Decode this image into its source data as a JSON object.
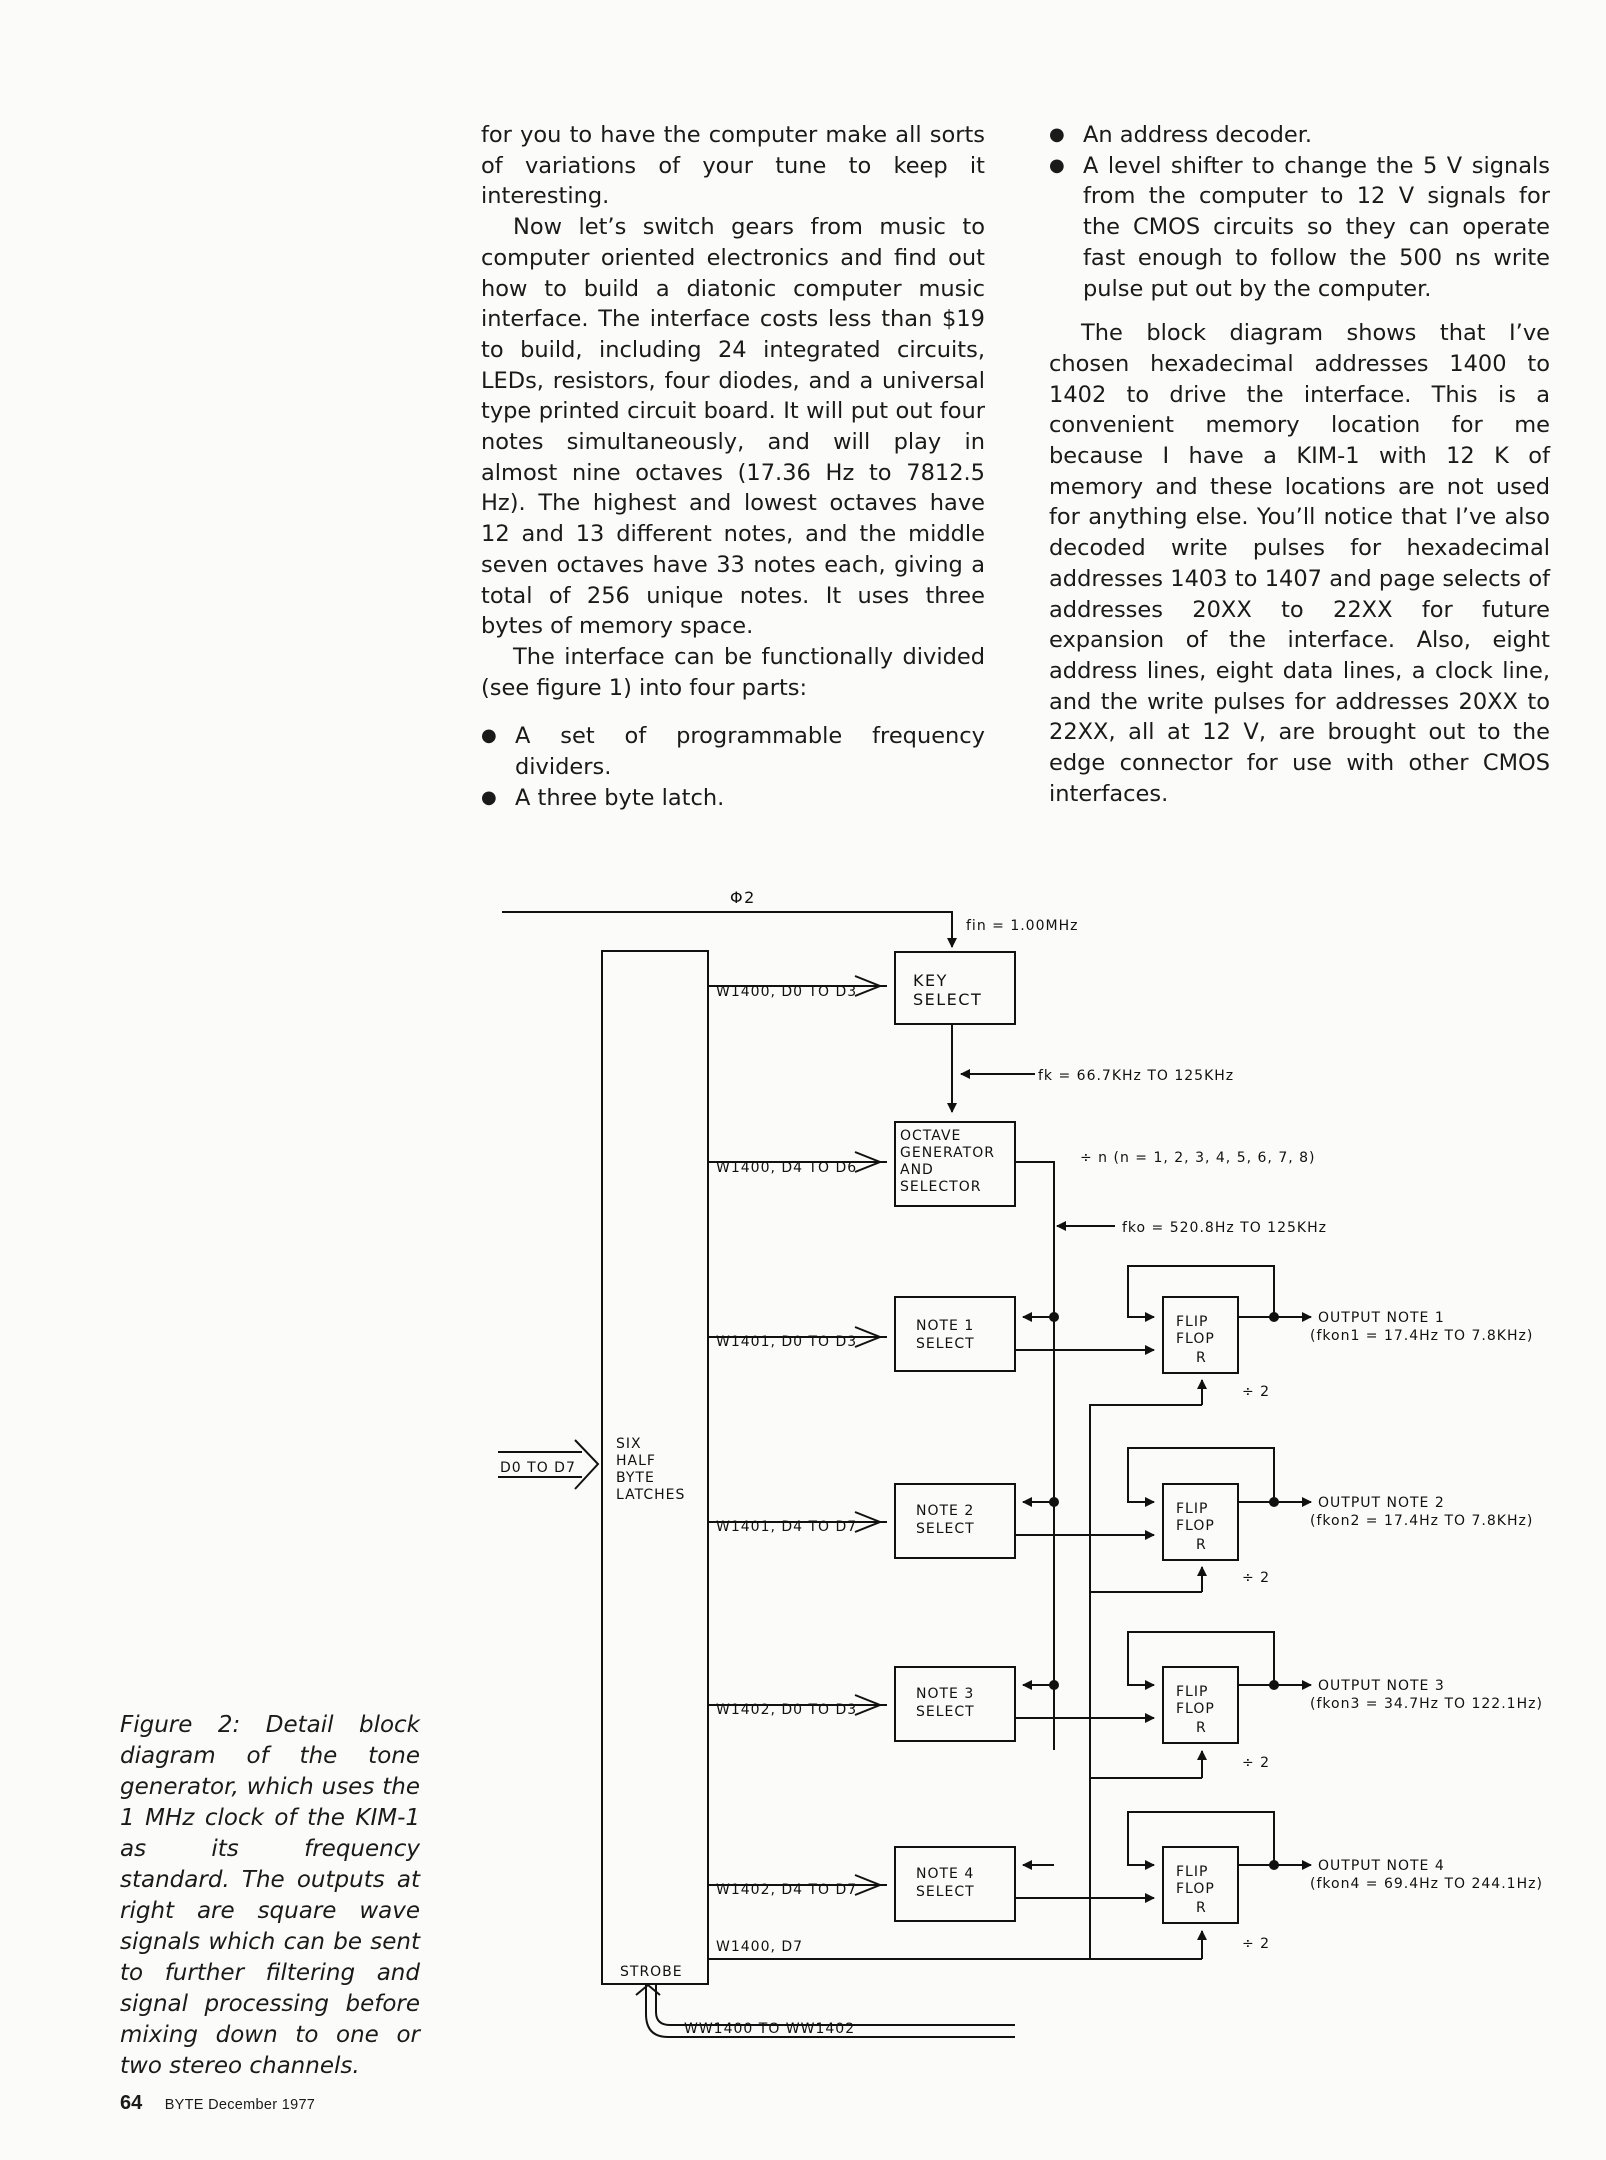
{
  "left_column": {
    "p1": "for you to have the computer make all sorts of variations of your tune to keep it interesting.",
    "p2": "Now let’s switch gears from music to computer oriented electronics and find out how to build a diatonic computer music interface. The interface costs less than $19 to build, including 24 integrated circuits, LEDs, resistors, four diodes, and a universal type printed circuit board. It will put out four notes simultaneously, and will play in almost nine octaves (17.36 Hz to 7812.5 Hz). The highest and lowest octaves have 12 and 13 different notes, and the middle seven octaves have 33 notes each, giving a total of 256 unique notes. It uses three bytes of memory space.",
    "p3": "The interface can be functionally divided (see figure 1) into four parts:",
    "bullets": [
      "A set of programmable frequency dividers.",
      "A three byte latch."
    ]
  },
  "right_column": {
    "bullets": [
      "An address decoder.",
      "A level shifter to change the 5 V signals from the computer to 12 V signals for the CMOS circuits so they can operate fast enough to follow the 500 ns write pulse put out by the computer."
    ],
    "p1": "The block diagram shows that I’ve chosen hexadecimal addresses 1400 to 1402 to drive the interface. This is a convenient memory location for me because I have a KIM-1 with 12 K of memory and these locations are not used for anything else. You’ll notice that I’ve also decoded write pulses for hexadecimal addresses 1403 to 1407 and page selects of addresses 20XX to 22XX for future expansion of the interface. Also, eight address lines, eight data lines, a clock line, and the write pulses for addresses 20XX to 22XX, all at 12 V, are brought out to the edge connector for use with other CMOS interfaces."
  },
  "caption": "Figure 2: Detail block diagram of the tone generator, which uses the 1 MHz clock of the KIM-1 as its frequency standard. The outputs at right are square wave signals which can be sent to further filtering and signal processing before mixing down to one or two stereo channels.",
  "footer": {
    "page_number": "64",
    "publication": "BYTE December 1977"
  },
  "diagram": {
    "phi2": "Φ2",
    "fin": "fin = 1.00MHz",
    "key_select": [
      "KEY",
      "SELECT"
    ],
    "key_bus": "W1400, D0 TO D3",
    "fk": "fk = 66.7KHz TO 125KHz",
    "octave_block": [
      "OCTAVE",
      "GENERATOR",
      "AND",
      "SELECTOR"
    ],
    "octave_bus": "W1400, D4 TO D6",
    "divide_n": "÷ n (n = 1, 2, 3, 4, 5, 6, 7, 8)",
    "fko": "fko = 520.8Hz TO 125KHz",
    "latch_block": [
      "SIX",
      "HALF",
      "BYTE",
      "LATCHES"
    ],
    "data_in": "D0 TO D7",
    "strobe": "STROBE",
    "strobe_bus": "WW1400 TO WW1402",
    "clear_bus": "W1400, D7",
    "flipflop": [
      "FLIP",
      "FLOP",
      "R"
    ],
    "div2": "÷ 2",
    "notes": [
      {
        "block": [
          "NOTE 1",
          "SELECT"
        ],
        "bus": "W1401, D0 TO D3",
        "output": "OUTPUT NOTE 1",
        "range": "(fkon1 = 17.4Hz TO 7.8KHz)"
      },
      {
        "block": [
          "NOTE 2",
          "SELECT"
        ],
        "bus": "W1401, D4 TO D7",
        "output": "OUTPUT NOTE 2",
        "range": "(fkon2 = 17.4Hz TO 7.8KHz)"
      },
      {
        "block": [
          "NOTE 3",
          "SELECT"
        ],
        "bus": "W1402, D0 TO D3",
        "output": "OUTPUT NOTE 3",
        "range": "(fkon3 = 34.7Hz TO 122.1Hz)"
      },
      {
        "block": [
          "NOTE 4",
          "SELECT"
        ],
        "bus": "W1402, D4 TO D7",
        "output": "OUTPUT NOTE 4",
        "range": "(fkon4 = 69.4Hz TO 244.1Hz)"
      }
    ]
  }
}
